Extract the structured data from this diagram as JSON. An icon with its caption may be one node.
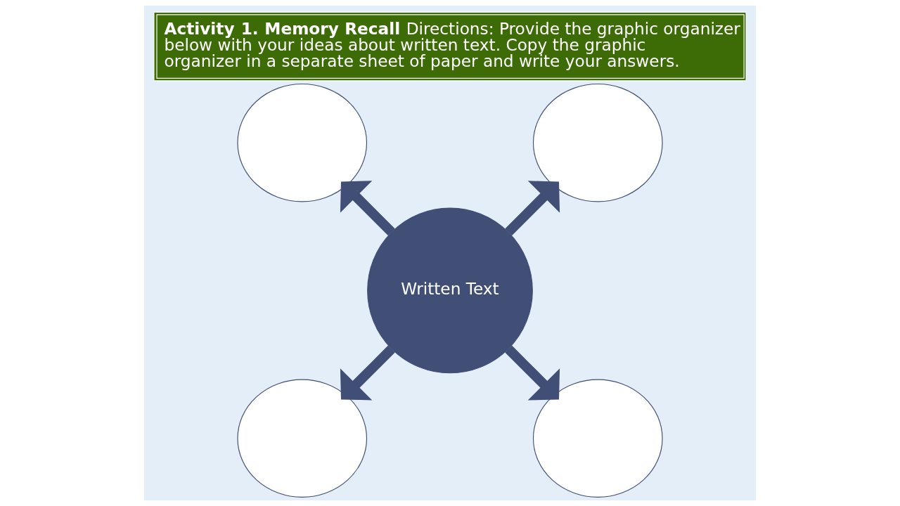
{
  "diagram": {
    "title": "**Activity 1. Memory Recall** Directions: Provide the graphic organizer below with your ideas about written text. Copy the graphic organizer in a separate sheet of paper and write your answers.",
    "nodes": [
      {
        "text": [
          "Written Text"
        ]
      },
      {
        "text": [],
        "shape": "circle"
      },
      {
        "text": [],
        "shape": "circle"
      },
      {
        "text": [],
        "shape": "circle"
      },
      {
        "text": [],
        "shape": "circle"
      }
    ],
    "edges": [
      {
        "from": 0,
        "to": 1,
        "arrow": "to"
      },
      {
        "from": 0,
        "to": 2,
        "arrow": "to"
      },
      {
        "from": 0,
        "to": 3,
        "arrow": "to"
      },
      {
        "from": 0,
        "to": 4,
        "arrow": "to"
      }
    ]
  }
}
